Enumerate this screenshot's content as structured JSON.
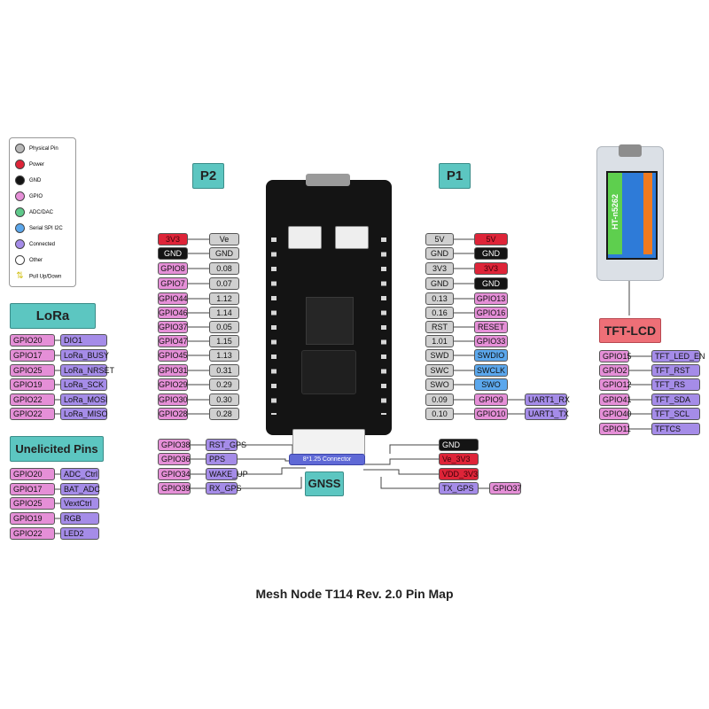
{
  "title": "Mesh Node T114 Rev. 2.0 Pin Map",
  "colors": {
    "gpio": "#e58fd7",
    "connected": "#a58ce8",
    "physical": "#d0d0d0",
    "power": "#de2438",
    "gnd": "#141414",
    "serial": "#5ba7ec",
    "adc": "#5fc98b",
    "header": "#5cc6c1",
    "tft_header": "#ee6f77"
  },
  "legend": [
    {
      "label": "Physical Pin",
      "color": "#b8b8b8"
    },
    {
      "label": "Power",
      "color": "#de2438"
    },
    {
      "label": "GND",
      "color": "#141414"
    },
    {
      "label": "GPIO",
      "color": "#e58fd7"
    },
    {
      "label": "ADC/DAC",
      "color": "#5fc98b"
    },
    {
      "label": "Serial SPI I2C",
      "color": "#5ba7ec"
    },
    {
      "label": "Connected",
      "color": "#a58ce8"
    },
    {
      "label": "Other",
      "color": "#ffffff"
    },
    {
      "label": "Pull Up/Down",
      "icon": "updown-arrow-icon"
    }
  ],
  "headers": {
    "p2": "P2",
    "p1": "P1",
    "lora": "LoRa",
    "unelicited": "Unelicited Pins",
    "tft": "TFT-LCD",
    "gnss": "GNSS"
  },
  "board": {
    "connector_label": "8*1.25 Connector",
    "display_label": "HT-n5262"
  },
  "p2_rows": [
    [
      "3V3",
      "Ve"
    ],
    [
      "GND",
      "GND"
    ],
    [
      "GPIO8",
      "0.08"
    ],
    [
      "GPIO7",
      "0.07"
    ],
    [
      "GPIO44",
      "1.12"
    ],
    [
      "GPIO46",
      "1.14"
    ],
    [
      "GPIO37",
      "0.05"
    ],
    [
      "GPIO47",
      "1.15"
    ],
    [
      "GPIO45",
      "1.13"
    ],
    [
      "GPIO31",
      "0.31"
    ],
    [
      "GPIO29",
      "0.29"
    ],
    [
      "GPIO30",
      "0.30"
    ],
    [
      "GPIO28",
      "0.28"
    ]
  ],
  "p1_rows": [
    [
      "5V",
      "5V"
    ],
    [
      "GND",
      "GND"
    ],
    [
      "3V3",
      "3V3"
    ],
    [
      "GND",
      "GND"
    ],
    [
      "0.13",
      "GPIO13"
    ],
    [
      "0.16",
      "GPIO16"
    ],
    [
      "RST",
      "RESET"
    ],
    [
      "1.01",
      "GPIO33"
    ],
    [
      "SWD",
      "SWDIO"
    ],
    [
      "SWC",
      "SWCLK"
    ],
    [
      "SWO",
      "SWO"
    ],
    [
      "0.09",
      "GPIO9",
      "UART1_RX"
    ],
    [
      "0.10",
      "GPIO10",
      "UART1_TX"
    ]
  ],
  "lora_rows": [
    [
      "GPIO20",
      "DIO1"
    ],
    [
      "GPIO17",
      "LoRa_BUSY"
    ],
    [
      "GPIO25",
      "LoRa_NRSET"
    ],
    [
      "GPIO19",
      "LoRa_SCK"
    ],
    [
      "GPIO22",
      "LoRa_MOSI"
    ],
    [
      "GPIO22",
      "LoRa_MISO"
    ]
  ],
  "unelicited_rows": [
    [
      "GPIO20",
      "ADC_Ctrl"
    ],
    [
      "GPIO17",
      "BAT_ADC"
    ],
    [
      "GPIO25",
      "VextCtrl"
    ],
    [
      "GPIO19",
      "RGB"
    ],
    [
      "GPIO22",
      "LED2"
    ]
  ],
  "tft_rows": [
    [
      "GPIO15",
      "TFT_LED_EN"
    ],
    [
      "GPIO2",
      "TFT_RST"
    ],
    [
      "GPIO12",
      "TFT_RS"
    ],
    [
      "GPIO41",
      "TFT_SDA"
    ],
    [
      "GPIO40",
      "TFT_SCL"
    ],
    [
      "GPIO11",
      "TFTCS"
    ]
  ],
  "gnss_left_rows": [
    [
      "GPIO38",
      "RST_GPS"
    ],
    [
      "GPIO36",
      "PPS"
    ],
    [
      "GPIO34",
      "WAKE_UP"
    ],
    [
      "GPIO39",
      "RX_GPS"
    ]
  ],
  "gnss_right_rows": [
    [
      "GND"
    ],
    [
      "Ve_3V3"
    ],
    [
      "VDD_3V3"
    ],
    [
      "TX_GPS",
      "GPIO37"
    ]
  ]
}
